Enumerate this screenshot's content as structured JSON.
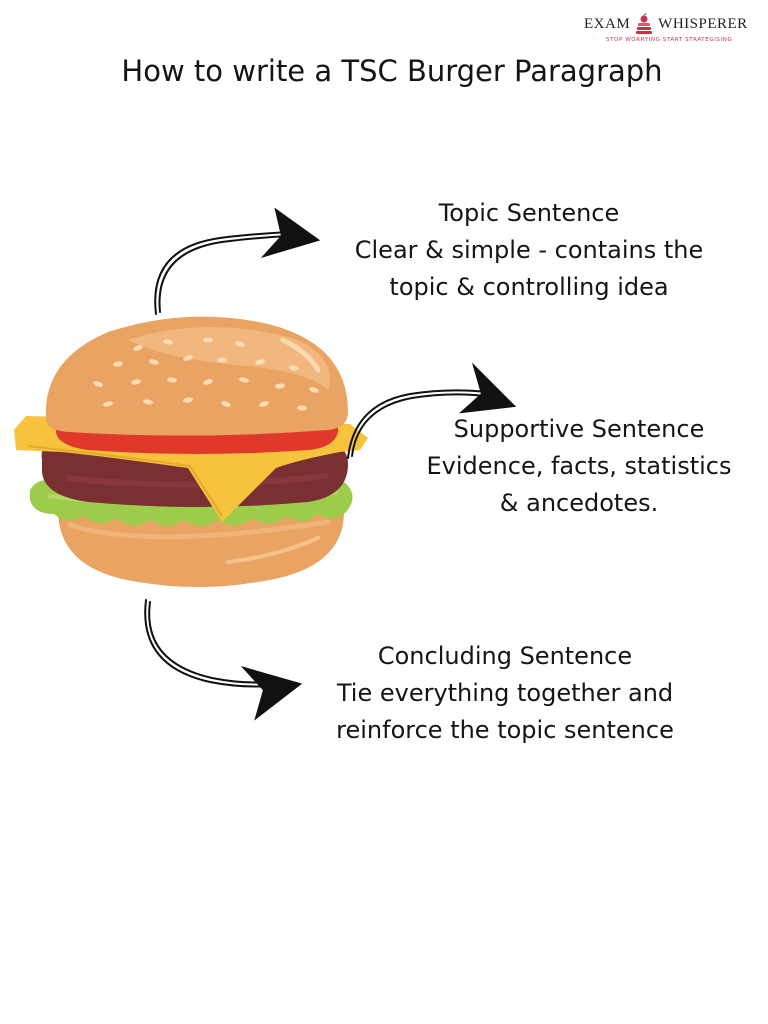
{
  "logo": {
    "word_left": "EXAM",
    "word_right": "WHISPERER",
    "tagline": "STOP WORRYING START STRATEGISING"
  },
  "title": "How to write a TSC Burger Paragraph",
  "sections": {
    "topic": {
      "heading": "Topic Sentence",
      "line1": "Clear & simple - contains the",
      "line2": "topic & controlling idea"
    },
    "supportive": {
      "heading": "Supportive Sentence",
      "line1": "Evidence, facts, statistics",
      "line2": "& ancedotes."
    },
    "concluding": {
      "heading": "Concluding Sentence",
      "line1": "Tie everything together and",
      "line2": "reinforce the topic sentence"
    }
  },
  "icons": [
    "burger-illustration",
    "arrow-icon",
    "exam-whisperer-logo-icon"
  ],
  "colors": {
    "bun": "#e9a463",
    "bun_light": "#f2bb82",
    "cheese": "#f7c23c",
    "tomato": "#e0392b",
    "patty": "#7a3033",
    "lettuce": "#9ccc4a",
    "logo_accent": "#c8324a",
    "text": "#151515"
  }
}
